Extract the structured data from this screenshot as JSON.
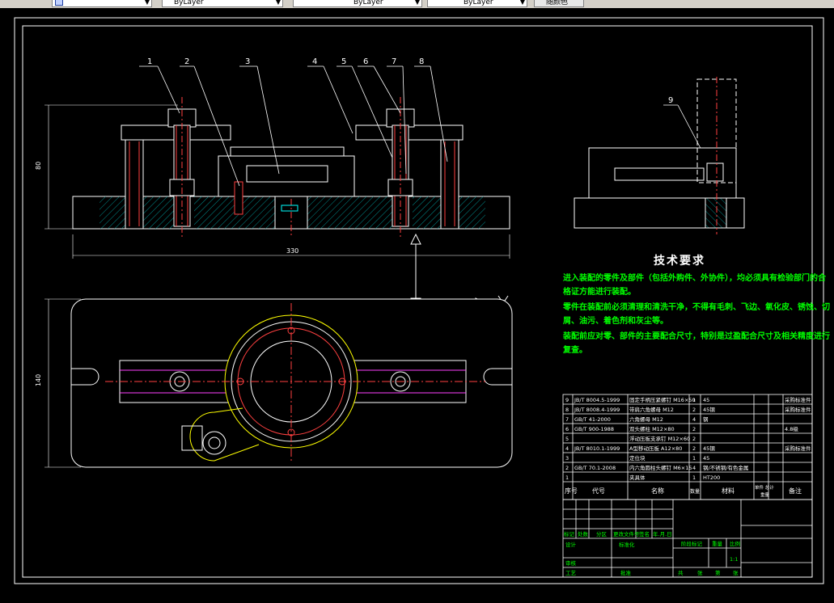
{
  "toolbar": {
    "items": [
      {
        "label": "ByLayer"
      },
      {
        "label": "ByLayer"
      },
      {
        "label": "ByLayer"
      },
      {
        "label": "随颜色"
      }
    ]
  },
  "drawing": {
    "balloons": [
      "1",
      "2",
      "3",
      "4",
      "5",
      "6",
      "7",
      "8",
      "9"
    ],
    "dimensions": {
      "front_height": "80",
      "front_length": "330",
      "plan_height": "140"
    },
    "tech_requirements": {
      "title": "技术要求",
      "lines": [
        "进入装配的零件及部件（包括外购件、外协件），均必须具有检验部门的合",
        "格证方能进行装配。",
        "零件在装配前必须清理和清洗干净，不得有毛刺、飞边、氧化皮、锈蚀、切",
        "屑、油污、着色剂和灰尘等。",
        "装配前应对零、部件的主要配合尺寸，特别是过盈配合尺寸及相关精度进行",
        "复查。"
      ]
    },
    "bom": {
      "rows": [
        {
          "no": "9",
          "code": "JB/T 8004.5-1999",
          "name": "固定手柄压紧螺钉 M16×50",
          "qty": "1",
          "mat": "45",
          "note": "采购标准件"
        },
        {
          "no": "8",
          "code": "JB/T 8008.4-1999",
          "name": "带肩六角螺母 M12",
          "qty": "2",
          "mat": "45钢",
          "note": "采购标准件"
        },
        {
          "no": "7",
          "code": "GB/T 41-2000",
          "name": "六角螺母 M12",
          "qty": "4",
          "mat": "钢",
          "note": ""
        },
        {
          "no": "6",
          "code": "GB/T 900-1988",
          "name": "双头螺柱 M12×80",
          "qty": "2",
          "mat": "",
          "note": "4.8级"
        },
        {
          "no": "5",
          "code": "",
          "name": "浮动压板支承钉 M12×60",
          "qty": "2",
          "mat": "",
          "note": ""
        },
        {
          "no": "4",
          "code": "JB/T 8010.1-1999",
          "name": "A型移动压板 A12×80",
          "qty": "2",
          "mat": "45钢",
          "note": "采购标准件"
        },
        {
          "no": "3",
          "code": "",
          "name": "定位块",
          "qty": "1",
          "mat": "45",
          "note": ""
        },
        {
          "no": "2",
          "code": "GB/T 70.1-2008",
          "name": "内六角圆柱头螺钉 M6×15",
          "qty": "4",
          "mat": "钢/不锈钢/有色金属",
          "note": ""
        },
        {
          "no": "1",
          "code": "",
          "name": "夹具体",
          "qty": "1",
          "mat": "HT200",
          "note": ""
        }
      ],
      "header": {
        "no": "序号",
        "code": "代号",
        "name": "名称",
        "qty": "数量",
        "mat": "材料",
        "unit": "单件 总计",
        "weight": "重量",
        "note": "备注"
      }
    },
    "title_block": {
      "labels_row1": [
        "标记",
        "处数",
        "分区",
        "更改文件号",
        "签名",
        "年.月.日"
      ],
      "design": "设计",
      "standard": "标准化",
      "check": "审核",
      "craft": "工艺",
      "approve": "批准",
      "stage": "阶段标记",
      "weight": "重量",
      "scale": "比例",
      "scale_value": "1:1",
      "sheets": [
        "共",
        "张",
        "第",
        "张"
      ]
    }
  }
}
